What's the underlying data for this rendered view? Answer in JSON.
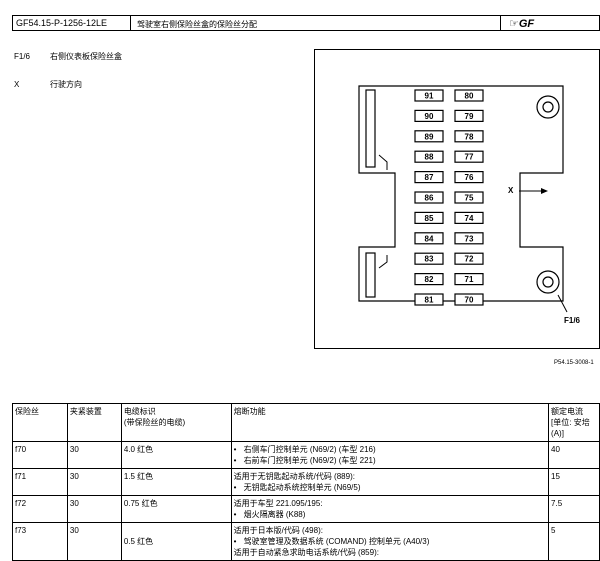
{
  "header": {
    "doc_id": "GF54.15-P-1256-12LE",
    "title": "驾驶室右侧保险丝盒的保险丝分配",
    "badge": "GF"
  },
  "legend": [
    {
      "key": "F1/6",
      "text": "右侧仪表板保险丝盒"
    },
    {
      "key": "X",
      "text": "行驶方向"
    }
  ],
  "diagram": {
    "left_column": [
      "91",
      "90",
      "89",
      "88",
      "87",
      "86",
      "85",
      "84",
      "83",
      "82",
      "81"
    ],
    "right_column": [
      "80",
      "79",
      "78",
      "77",
      "76",
      "75",
      "74",
      "73",
      "72",
      "71",
      "70"
    ],
    "direction_label": "X",
    "fusebox_label": "F1/6",
    "figure_ref": "P54.15-3008-1"
  },
  "table": {
    "headers": [
      "保险丝",
      "夹紧装置",
      "电缆标识\n(带保险丝的电缆)",
      "熔断功能",
      "额定电流\n[单位: 安培\n(A)]"
    ],
    "rows": [
      {
        "fuse": "f70",
        "clamp": "30",
        "cable": "4.0 红色",
        "pre": "",
        "bullets": [
          "右侧车门控制单元 (N69/2) (车型 216)",
          "右前车门控制单元 (N69/2) (车型 221)"
        ],
        "rating": "40"
      },
      {
        "fuse": "f71",
        "clamp": "30",
        "cable": "1.5 红色",
        "pre": "适用于无钥匙起动系统/代码 (889):",
        "bullets": [
          "无钥匙起动系统控制单元 (N69/5)"
        ],
        "rating": "15"
      },
      {
        "fuse": "f72",
        "clamp": "30",
        "cable": "0.75 红色",
        "pre": "适用于车型 221.095/195:",
        "bullets": [
          "烟火隔离器 (K88)"
        ],
        "rating": "7.5"
      },
      {
        "fuse": "f73",
        "clamp": "30",
        "cable": "0.5 红色",
        "pre": "适用于日本版/代码 (498):",
        "bullets": [
          "驾驶室管理及数据系统 (COMAND) 控制单元 (A40/3)"
        ],
        "post": "适用于自动紧急求助电话系统/代码 (859):",
        "rating": "5"
      }
    ]
  }
}
